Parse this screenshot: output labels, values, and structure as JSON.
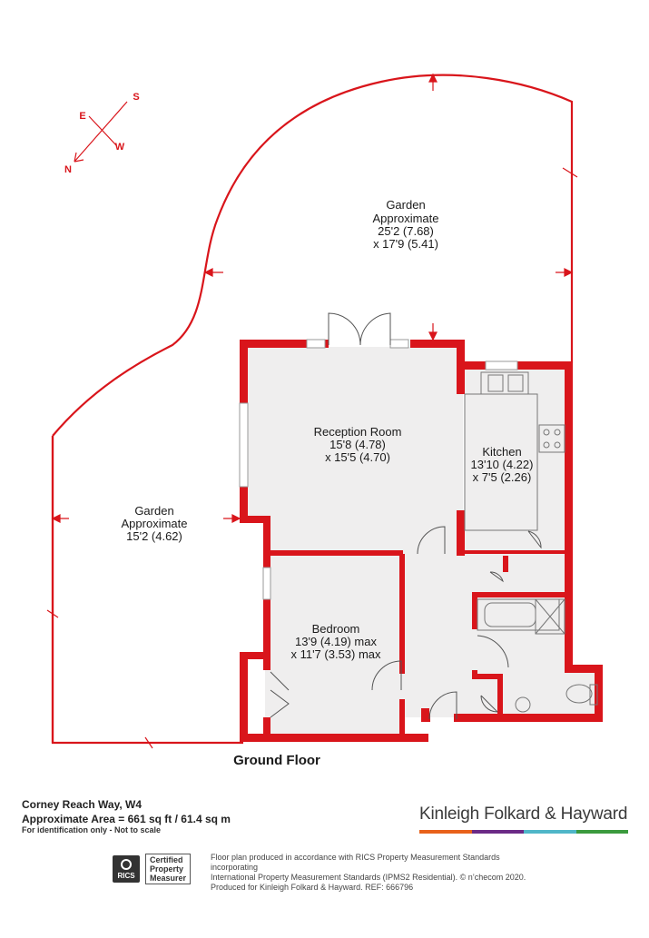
{
  "compass": {
    "n": "N",
    "e": "E",
    "s": "S",
    "w": "W"
  },
  "rooms": {
    "garden_top": {
      "name": "Garden",
      "line2": "Approximate",
      "line3": "25'2 (7.68)",
      "line4": "x 17'9 (5.41)"
    },
    "garden_left": {
      "name": "Garden",
      "line2": "Approximate",
      "line3": "15'2 (4.62)"
    },
    "reception": {
      "name": "Reception Room",
      "line2": "15'8 (4.78)",
      "line3": "x 15'5 (4.70)"
    },
    "kitchen": {
      "name": "Kitchen",
      "line2": "13'10 (4.22)",
      "line3": "x 7'5 (2.26)"
    },
    "bedroom": {
      "name": "Bedroom",
      "line2": "13'9 (4.19) max",
      "line3": "x 11'7 (3.53) max"
    }
  },
  "floor_label": "Ground Floor",
  "footer": {
    "address": "Corney Reach Way, W4",
    "area": "Approximate Area = 661 sq ft / 61.4 sq m",
    "note": "For identification only - Not to scale",
    "brand": "Kinleigh Folkard & Hayward",
    "brand_colors": [
      "#e8611a",
      "#6b2a86",
      "#4fb6c8",
      "#3b9a3e"
    ],
    "rics_logo": "RICS",
    "certified_1": "Certified",
    "certified_2": "Property",
    "certified_3": "Measurer",
    "credit_1": "Floor plan produced in accordance with RICS Property Measurement Standards incorporating",
    "credit_2": "International Property Measurement Standards (IPMS2 Residential). © n’checom 2020.",
    "credit_3": "Produced for Kinleigh Folkard & Hayward.   REF: 666796"
  },
  "colors": {
    "wall": "#d9151b",
    "floor": "#efeeee",
    "outline": "#d9151b"
  }
}
